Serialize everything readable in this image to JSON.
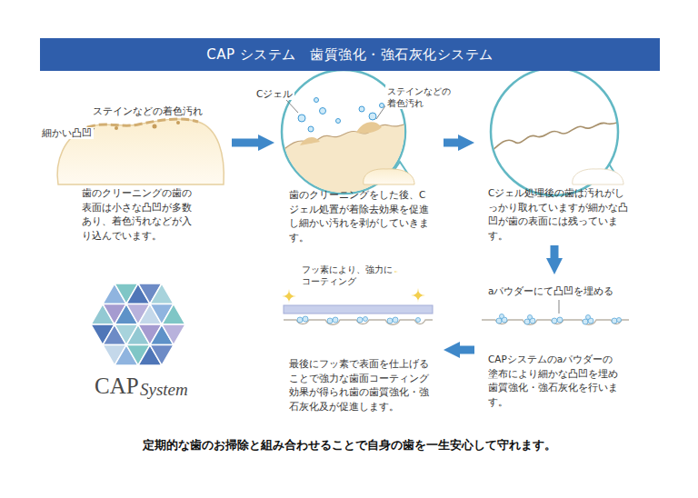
{
  "diagram": {
    "title": "CAP システム　歯質強化・強石灰化システム",
    "caption": "定期的な歯のお掃除と組み合わせることで自身の歯を一生安心して守れます。",
    "nodes": [
      {
        "text": [
          "歯のクリーニングの歯の表面は小さな凸凹が多数あり、着色汚れなどが入り込んでいます。"
        ]
      },
      {
        "text": [
          "歯のクリーニングをした後、Cジェル処置が着除去効果を促進し細かい汚れを剥がしていきます。"
        ]
      },
      {
        "text": [
          "Cジェル処理後の歯は汚れがしっかり取れていますが細かな凸凹が歯の表面には残っています。"
        ]
      },
      {
        "text": [
          "CAPシステムのaパウダーの塗布により細かな凸凹を埋め歯質強化・強石灰化を行います。"
        ]
      },
      {
        "text": [
          "最後にフッ素で表面を仕上げることで強力な歯面コーティング効果が得られ歯の歯質強化・強石灰化及が促進します。"
        ]
      }
    ],
    "edges": [
      {
        "from": 0,
        "to": 1,
        "arrow": "to"
      },
      {
        "from": 1,
        "to": 2,
        "arrow": "to"
      },
      {
        "from": 2,
        "to": 3,
        "arrow": "to"
      },
      {
        "from": 3,
        "to": 4,
        "arrow": "to"
      }
    ],
    "labels": [
      "ステインなどの着色汚れ",
      "細かい凸凹",
      "Cジェル",
      "ステインなどの着色汚れ",
      "aパウダーにて凸凹を埋める",
      "フッ素により、強力にコーティング",
      "CAP",
      "System"
    ]
  }
}
